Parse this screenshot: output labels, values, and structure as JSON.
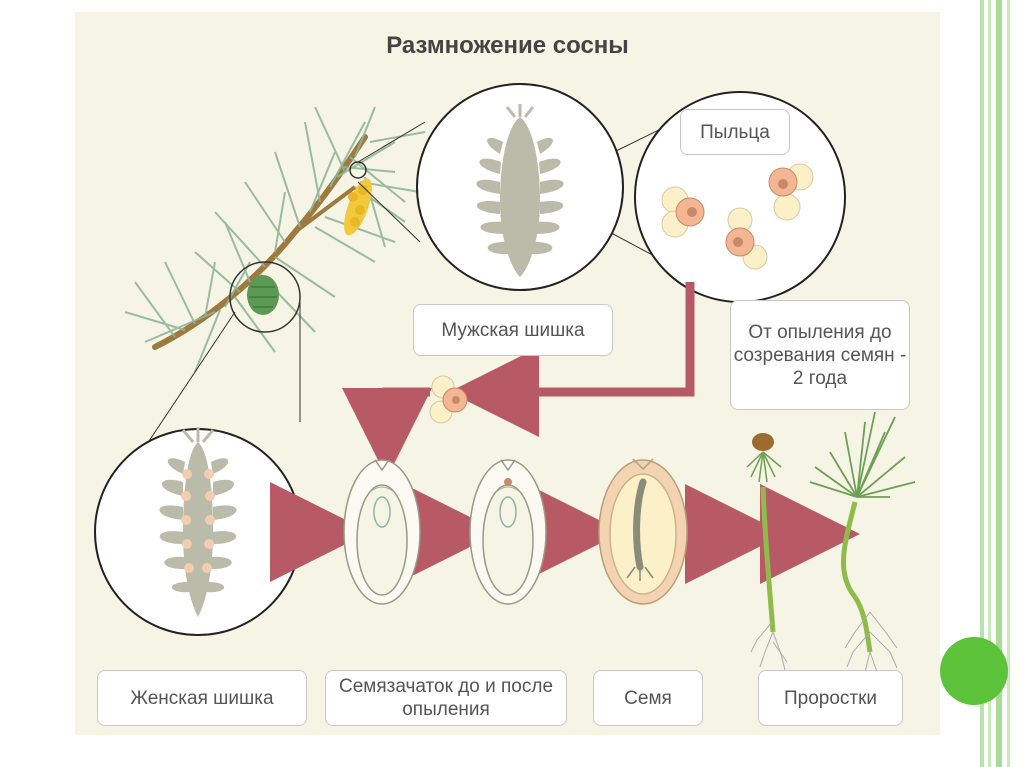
{
  "title": "Размножение сосны",
  "labels": {
    "pollen": "Пыльца",
    "male_cone": "Мужская шишка",
    "duration": "От опыления до созревания семян - 2 года",
    "female_cone": "Женская шишка",
    "ovule": "Семязачаток до и после опыления",
    "seed": "Семя",
    "sprouts": "Проростки"
  },
  "colors": {
    "panel_bg": "#f6f4e4",
    "arrow": "#b85a66",
    "cone_grey": "#bbbbaa",
    "pollen_orange": "#f4b592",
    "pollen_cream": "#fbf0c8",
    "needle_green": "#8fb59a",
    "accent_green": "#5cc33a"
  }
}
